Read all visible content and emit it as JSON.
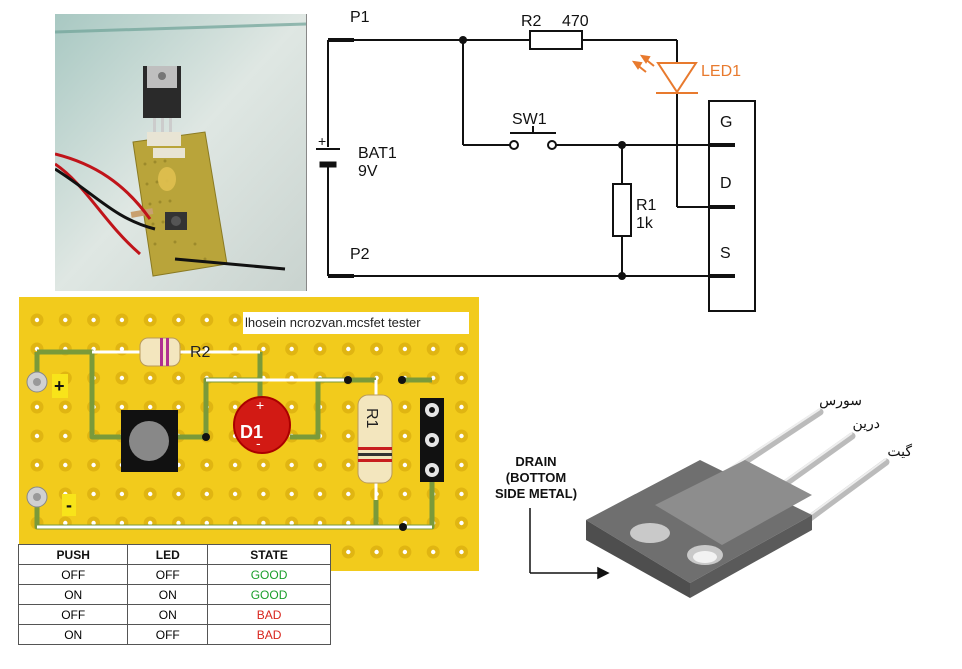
{
  "schematic": {
    "p1": "P1",
    "p2": "P2",
    "r2": "R2",
    "r2_value": "470",
    "led": "LED1",
    "sw": "SW1",
    "battery": "BAT1",
    "battery_value": "9V",
    "battery_plus": "+",
    "r1": "R1",
    "r1_value": "1k",
    "pin_g": "G",
    "pin_d": "D",
    "pin_s": "S",
    "led_color": "#e87a2e"
  },
  "board": {
    "caption": "lhosein ncrozvan.mcsfet tester",
    "r2_label": "R2",
    "r1_label": "R1",
    "d1_label": "D1",
    "d1_plus": "+",
    "d1_minus": "-",
    "plus_terminal": "+",
    "minus_terminal": "-",
    "board_color": "#f2cb1c",
    "track_color": "#7a9a3a"
  },
  "transistor": {
    "pin_top": "سورس",
    "pin_mid": "درین",
    "pin_bottom": "گیت",
    "drain_line1": "DRAIN",
    "drain_line2": "(BOTTOM",
    "drain_line3": "SIDE METAL)"
  },
  "truth_table": {
    "headers": [
      "PUSH",
      "LED",
      "STATE"
    ],
    "rows": [
      {
        "push": "OFF",
        "led": "OFF",
        "state": "GOOD",
        "status": "good"
      },
      {
        "push": "ON",
        "led": "ON",
        "state": "GOOD",
        "status": "good"
      },
      {
        "push": "OFF",
        "led": "ON",
        "state": "BAD",
        "status": "bad"
      },
      {
        "push": "ON",
        "led": "OFF",
        "state": "BAD",
        "status": "bad"
      }
    ]
  }
}
